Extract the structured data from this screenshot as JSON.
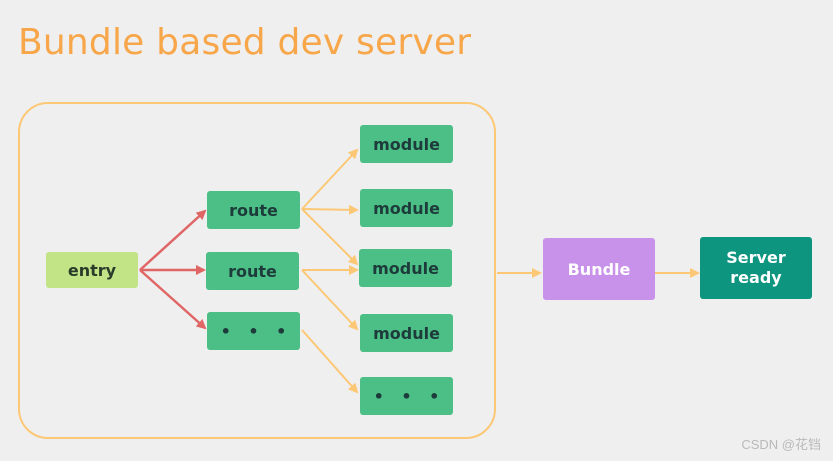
{
  "title": "Bundle based dev server",
  "nodes": {
    "entry": "entry",
    "route1": "route",
    "route2": "route",
    "route3": "• • •",
    "module1": "module",
    "module2": "module",
    "module3": "module",
    "module4": "module",
    "module5": "• • •",
    "bundle": "Bundle",
    "server_line1": "Server",
    "server_line2": "ready"
  },
  "watermark": "CSDN @花铛",
  "colors": {
    "title": "#f7a64a",
    "container_border": "#fcc875",
    "module_fill": "#4cbf86",
    "entry_fill": "#c2e487",
    "bundle_fill": "#c891ea",
    "server_fill": "#0d9580",
    "entry_arrow": "#e06666",
    "module_arrow": "#fcc875"
  }
}
